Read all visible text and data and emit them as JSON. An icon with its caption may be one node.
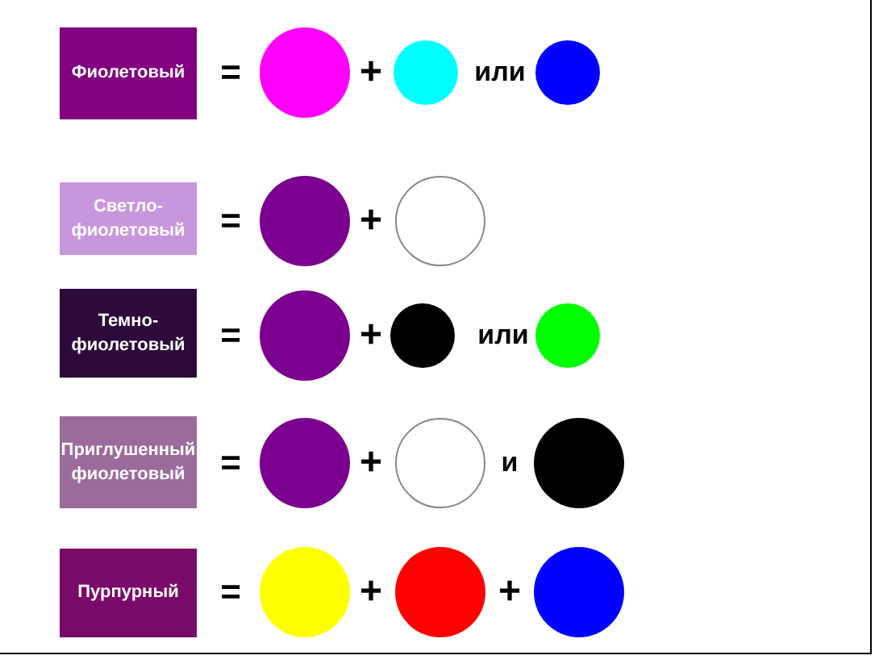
{
  "diagram": {
    "nodes": [
      {
        "text": [
          "Фиолетовый"
        ]
      },
      {
        "text": [],
        "shape": "circle"
      },
      {
        "text": [],
        "shape": "circle"
      },
      {
        "text": [],
        "shape": "circle"
      },
      {
        "text": [
          "Светло-фиолетовый"
        ]
      },
      {
        "text": [],
        "shape": "circle"
      },
      {
        "text": [],
        "shape": "circle"
      },
      {
        "text": [
          "Темно-фиолетовый"
        ]
      },
      {
        "text": [],
        "shape": "circle"
      },
      {
        "text": [],
        "shape": "circle"
      },
      {
        "text": [],
        "shape": "circle"
      },
      {
        "text": [
          "Приглушенный фиолетовый"
        ]
      },
      {
        "text": [],
        "shape": "circle"
      },
      {
        "text": [],
        "shape": "circle"
      },
      {
        "text": [],
        "shape": "circle"
      },
      {
        "text": [
          "Пурпурный"
        ]
      },
      {
        "text": [],
        "shape": "circle"
      },
      {
        "text": [],
        "shape": "circle"
      },
      {
        "text": [],
        "shape": "circle"
      }
    ],
    "labels": [
      "=",
      "+",
      "или",
      "=",
      "+",
      "=",
      "+",
      "или",
      "=",
      "+",
      "и",
      "=",
      "+",
      "+"
    ]
  }
}
